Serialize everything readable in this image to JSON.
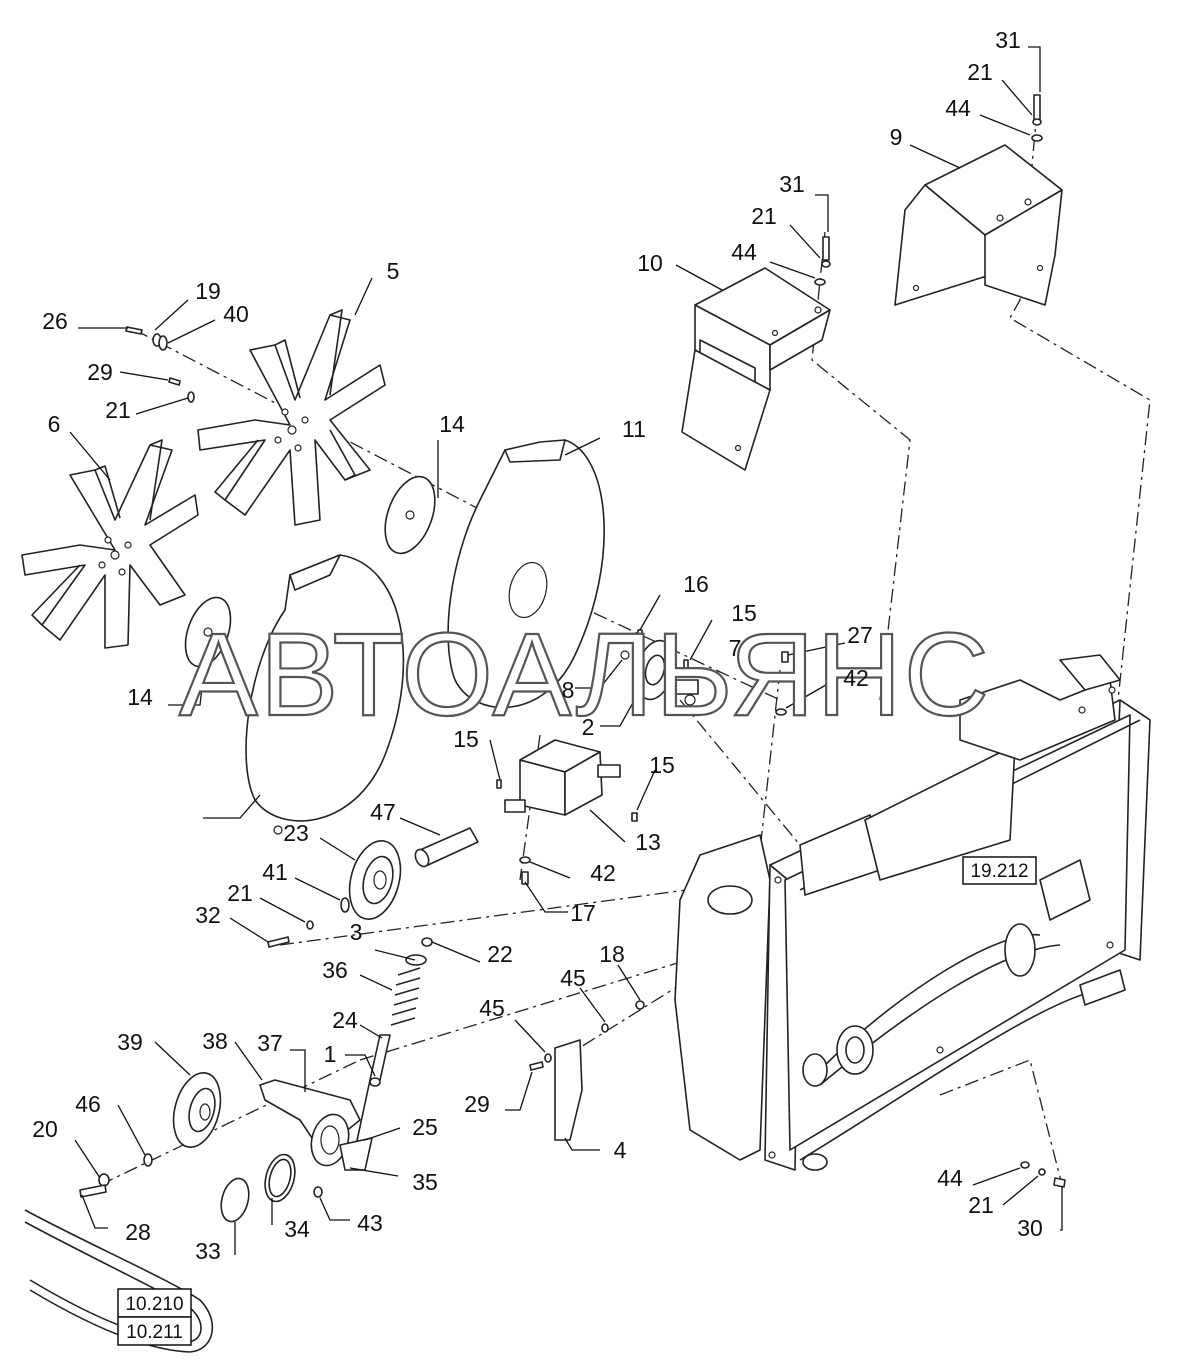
{
  "diagram": {
    "watermark": "АВТОАЛЬЯНС",
    "reference_boxes": [
      "19.212",
      "10.210",
      "10.211"
    ],
    "callouts": [
      "31",
      "21",
      "44",
      "9",
      "31",
      "21",
      "44",
      "10",
      "5",
      "19",
      "40",
      "26",
      "29",
      "21",
      "6",
      "14",
      "11",
      "16",
      "15",
      "7",
      "27",
      "42",
      "14",
      "8",
      "2",
      "15",
      "15",
      "13",
      "47",
      "23",
      "42",
      "41",
      "21",
      "32",
      "17",
      "3",
      "22",
      "36",
      "18",
      "45",
      "24",
      "45",
      "1",
      "39",
      "38",
      "37",
      "29",
      "25",
      "4",
      "46",
      "20",
      "35",
      "43",
      "33",
      "34",
      "28",
      "44",
      "21",
      "30"
    ]
  }
}
